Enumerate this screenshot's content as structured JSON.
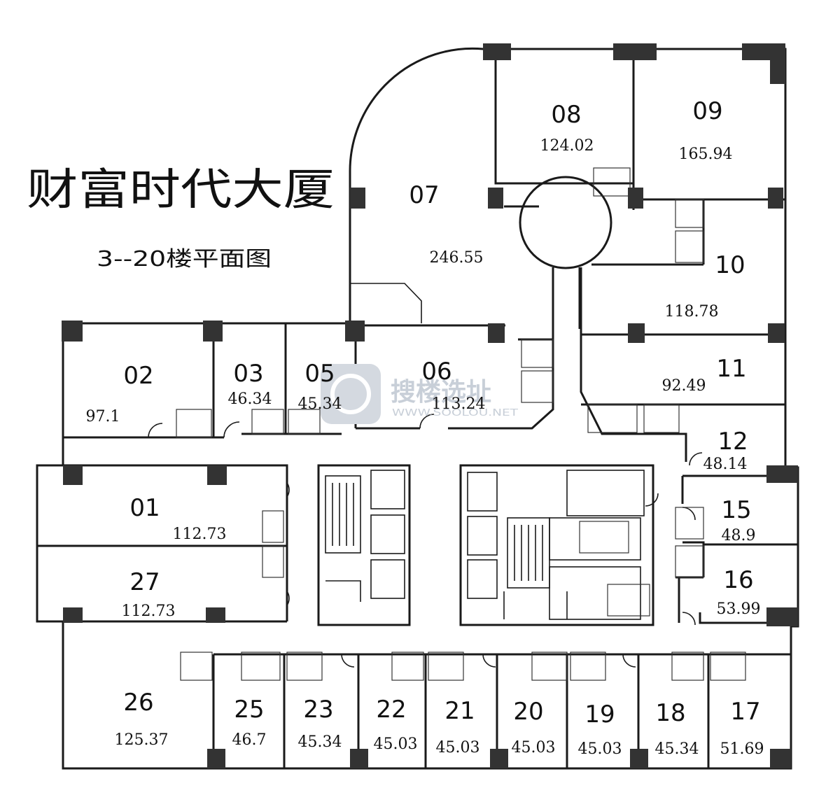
{
  "title": "财富时代大厦",
  "subtitle": "3--20楼平面图",
  "watermark": {
    "text": "搜楼选址",
    "url": "WWW.SOOLOU.NET"
  },
  "units": [
    {
      "id": "u01",
      "number": "01",
      "area": "112.73"
    },
    {
      "id": "u02",
      "number": "02",
      "area": "97.1"
    },
    {
      "id": "u03",
      "number": "03",
      "area": "46.34"
    },
    {
      "id": "u05",
      "number": "05",
      "area": "45.34"
    },
    {
      "id": "u06",
      "number": "06",
      "area": "113.24"
    },
    {
      "id": "u07",
      "number": "07",
      "area": "246.55"
    },
    {
      "id": "u08",
      "number": "08",
      "area": "124.02"
    },
    {
      "id": "u09",
      "number": "09",
      "area": "165.94"
    },
    {
      "id": "u10",
      "number": "10",
      "area": "118.78"
    },
    {
      "id": "u11",
      "number": "11",
      "area": "92.49"
    },
    {
      "id": "u12",
      "number": "12",
      "area": "48.14"
    },
    {
      "id": "u15",
      "number": "15",
      "area": "48.9"
    },
    {
      "id": "u16",
      "number": "16",
      "area": "53.99"
    },
    {
      "id": "u17",
      "number": "17",
      "area": "51.69"
    },
    {
      "id": "u18",
      "number": "18",
      "area": "45.34"
    },
    {
      "id": "u19",
      "number": "19",
      "area": "45.03"
    },
    {
      "id": "u20",
      "number": "20",
      "area": "45.03"
    },
    {
      "id": "u21",
      "number": "21",
      "area": "45.03"
    },
    {
      "id": "u22",
      "number": "22",
      "area": "45.03"
    },
    {
      "id": "u23",
      "number": "23",
      "area": "45.34"
    },
    {
      "id": "u25",
      "number": "25",
      "area": "46.7"
    },
    {
      "id": "u26",
      "number": "26",
      "area": "125.37"
    },
    {
      "id": "u27",
      "number": "27",
      "area": "112.73"
    }
  ]
}
